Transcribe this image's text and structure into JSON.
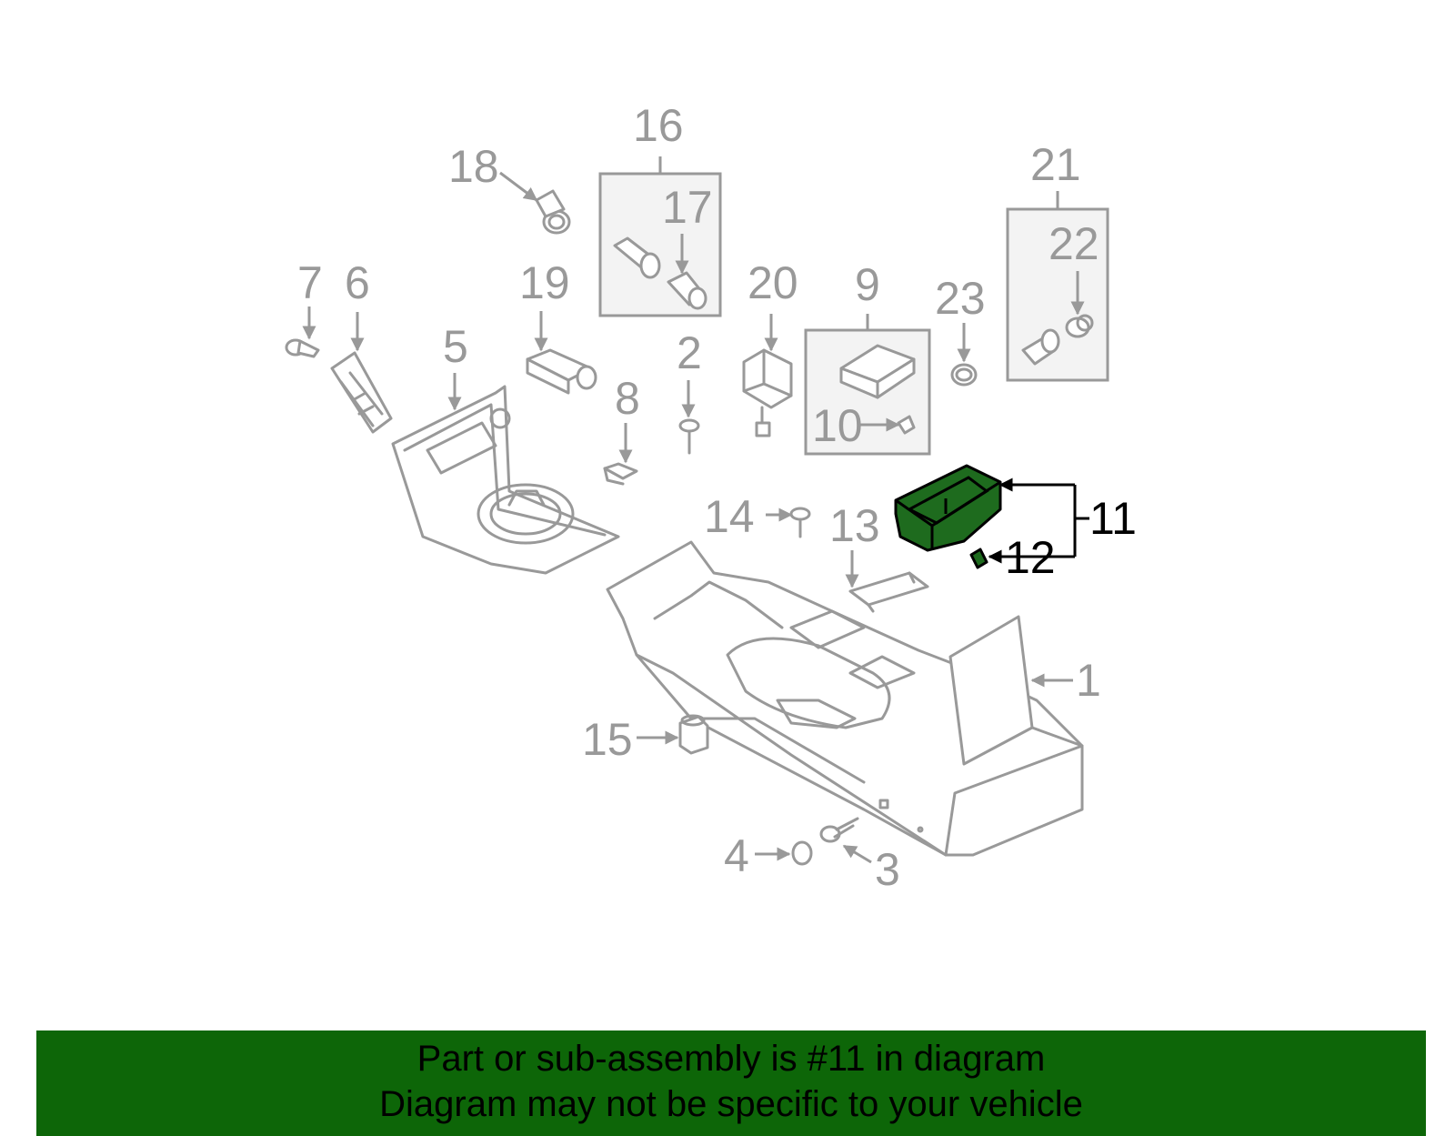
{
  "diagram": {
    "highlight_color": "#1e6b1e",
    "label_color": "#999999",
    "callouts": {
      "c1": "1",
      "c2": "2",
      "c3": "3",
      "c4": "4",
      "c5": "5",
      "c6": "6",
      "c7": "7",
      "c8": "8",
      "c9": "9",
      "c10": "10",
      "c11": "11",
      "c12": "12",
      "c13": "13",
      "c14": "14",
      "c15": "15",
      "c16": "16",
      "c17": "17",
      "c18": "18",
      "c19": "19",
      "c20": "20",
      "c21": "21",
      "c22": "22",
      "c23": "23"
    },
    "highlighted_part": "11"
  },
  "banner": {
    "background": "#0d6608",
    "line1": "Part or sub-assembly is #11 in diagram",
    "line2": "Diagram may not be specific to your vehicle"
  }
}
